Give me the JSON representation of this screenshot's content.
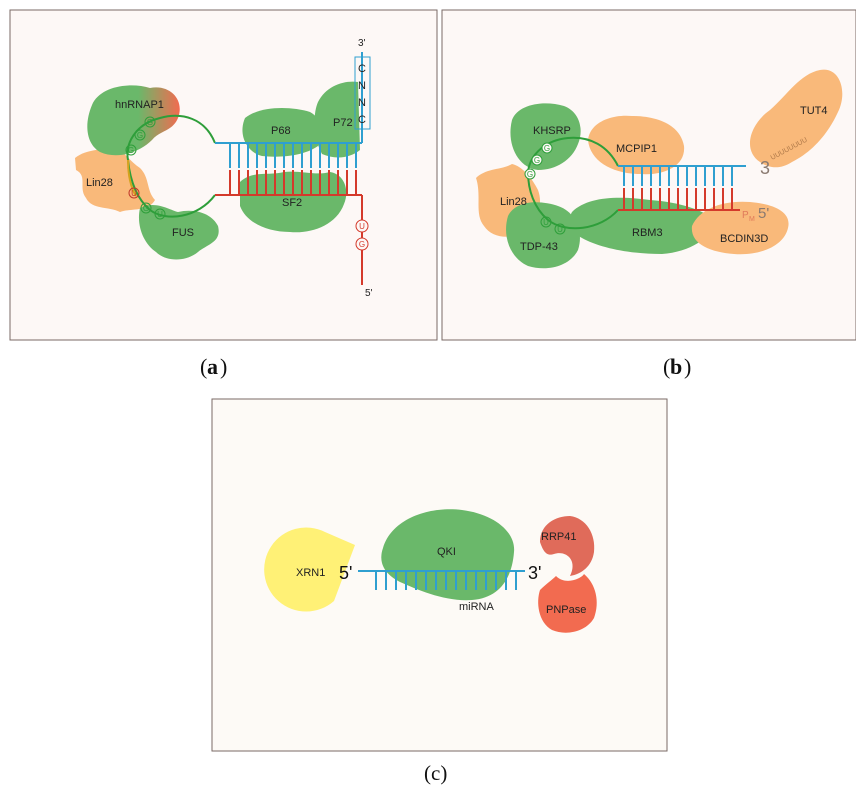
{
  "colors": {
    "green": "#6ab86a",
    "orange": "#f9b97a",
    "salmon": "#f26b50",
    "yellow": "#fff176",
    "strand_blue": "#2f9fd0",
    "strand_red": "#d43a2b",
    "loop_green": "#2e9e3a",
    "panel_bg": "#fdf8f6",
    "panel_border": "#7a6a66"
  },
  "panel_a": {
    "caption_letter": "a",
    "end_3": "3'",
    "end_5": "5'",
    "proteins": {
      "hnrnap1": "hnRNAP1",
      "lin28": "Lin28",
      "fus": "FUS",
      "p68": "P68",
      "p72": "P72",
      "sf2": "SF2"
    },
    "nucleotides_top": [
      "C",
      "N",
      "N",
      "C"
    ],
    "nucleotides_loop": [
      "G",
      "G",
      "G"
    ],
    "nucleotides_lin28": [
      "U",
      "G",
      "U"
    ],
    "nucleotides_bottom": [
      "U",
      "G"
    ]
  },
  "panel_b": {
    "caption_letter": "b",
    "end_3": "3",
    "end_5": "5'",
    "pm_label": "P",
    "pm_sub": "M",
    "proteins": {
      "khsrp": "KHSRP",
      "mcpip1": "MCPIP1",
      "tut4": "TUT4",
      "lin28": "Lin28",
      "tdp43": "TDP-43",
      "rbm3": "RBM3",
      "bcdin3d": "BCDIN3D"
    },
    "nucleotides_loop": [
      "G",
      "G",
      "G"
    ],
    "nucleotides_lin28": [
      "U",
      "U"
    ]
  },
  "panel_c": {
    "caption": "(c)",
    "end_5": "5'",
    "end_3": "3'",
    "proteins": {
      "xrn1": "XRN1",
      "qki": "QKI",
      "rrp41": "RRP41",
      "pnpase": "PNPase"
    },
    "mirna_label": "miRNA"
  }
}
